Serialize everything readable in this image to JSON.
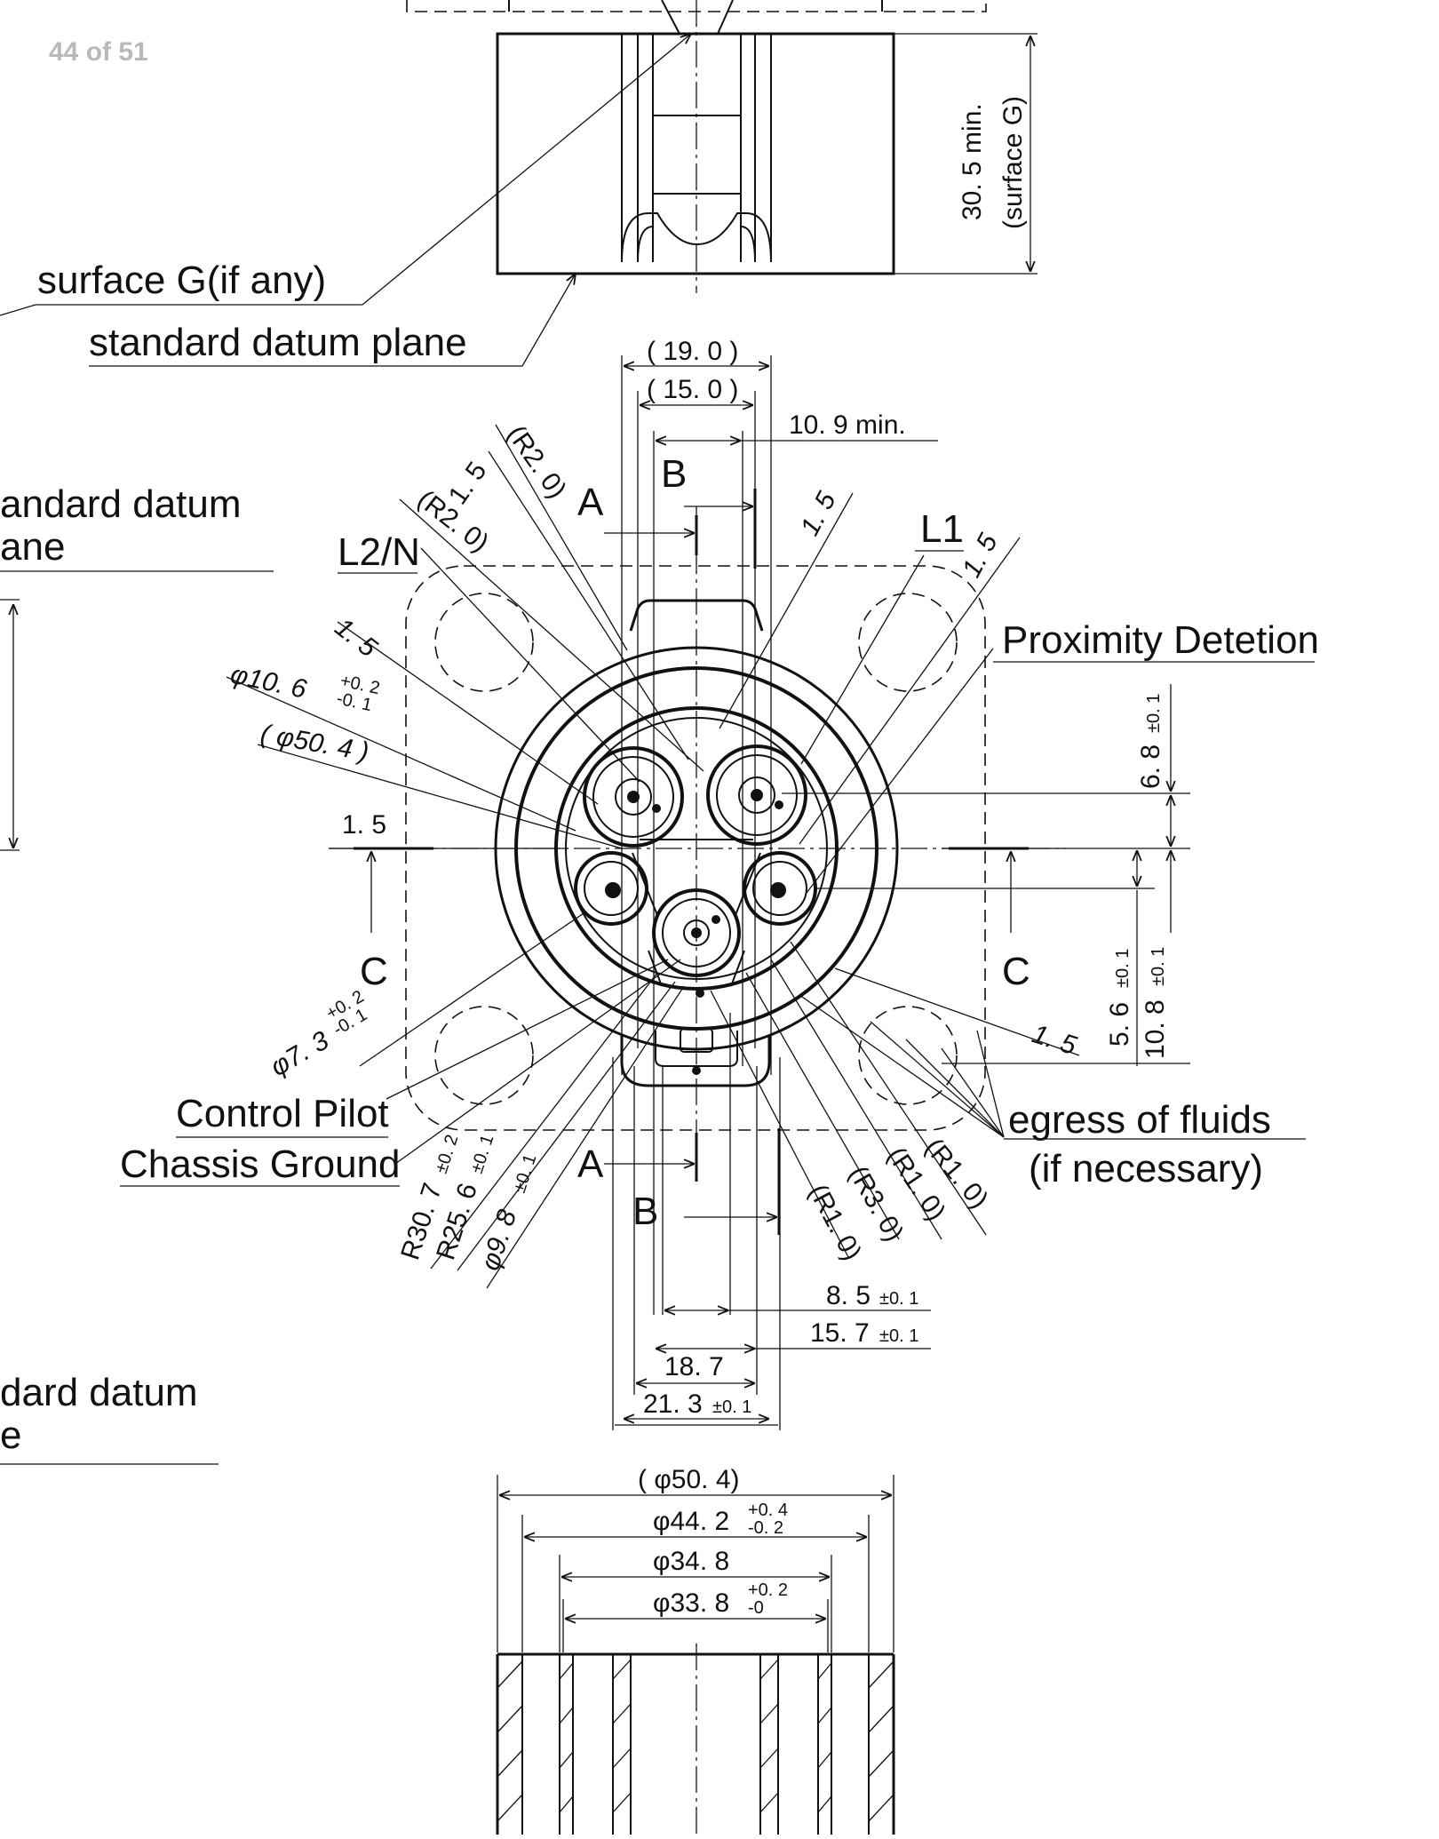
{
  "page_indicator": "44 of 51",
  "labels": {
    "surface_g": "surface G(if any)",
    "datum_plane_1": "standard datum plane",
    "datum_left_1": "andard datum",
    "datum_left_2": "ane",
    "datum_left_3": "dard datum",
    "datum_left_4": "e",
    "l2n": "L2/N",
    "l1": "L1",
    "proximity": "Proximity Detetion",
    "control_pilot": "Control Pilot",
    "chassis_ground": "Chassis Ground",
    "egress_1": "egress of fluids",
    "egress_2": "(if necessary)",
    "sec_a_top": "A",
    "sec_a_bot": "A",
    "sec_b_top": "B",
    "sec_b_bot": "B",
    "sec_c_left": "C",
    "sec_c_right": "C"
  },
  "dimensions": {
    "d_30_5_a": "30. 5 min.",
    "d_30_5_b": "(surface G)",
    "d_19_0": "( 19. 0 )",
    "d_15_0": "( 15. 0 )",
    "d_10_9": "10. 9 min.",
    "d_r2_0_a": "(R2. 0)",
    "d_r2_0_b": "(R2. 0)",
    "d_1_5_a": "1. 5",
    "d_1_5_b": "1. 5",
    "d_1_5_c": "1. 5",
    "d_1_5_d": "1. 5",
    "d_1_5_e": "1. 5",
    "d_1_5_f": "1. 5",
    "d_phi10_6": "φ10. 6",
    "d_phi10_6_tol_up": "+0. 2",
    "d_phi10_6_tol_dn": "-0. 1",
    "d_phi50_4": "( φ50. 4 )",
    "d_phi7_3": "φ7. 3",
    "d_phi7_3_tol_up": "+0. 2",
    "d_phi7_3_tol_dn": "-0. 1",
    "d_6_8": "6. 8",
    "d_6_8_tol": "±0. 1",
    "d_5_6": "5. 6",
    "d_5_6_tol": "±0. 1",
    "d_10_8": "10. 8",
    "d_10_8_tol": "±0. 1",
    "d_r30_7": "R30. 7",
    "d_r30_7_tol": "±0. 2",
    "d_r25_6": "R25. 6",
    "d_r25_6_tol": "±0. 1",
    "d_phi9_8": "φ9. 8",
    "d_phi9_8_tol": "±0. 1",
    "d_r1_0_a": "(R1. 0)",
    "d_r3_0": "(R3. 0)",
    "d_r1_0_b": "(R1. 0)",
    "d_r1_0_c": "(R1. 0)",
    "d_8_5": "8. 5",
    "d_8_5_tol": "±0. 1",
    "d_15_7": "15. 7",
    "d_15_7_tol": "±0. 1",
    "d_18_7": "18. 7",
    "d_21_3": "21. 3",
    "d_21_3_tol": "±0. 1",
    "d_phi50_4_b": "( φ50. 4)",
    "d_phi44_2": "φ44. 2",
    "d_phi44_2_tol_up": "+0. 4",
    "d_phi44_2_tol_dn": "-0. 2",
    "d_phi34_8": "φ34. 8",
    "d_phi33_8": "φ33. 8",
    "d_phi33_8_tol_up": "+0. 2",
    "d_phi33_8_tol_dn": "-0"
  }
}
